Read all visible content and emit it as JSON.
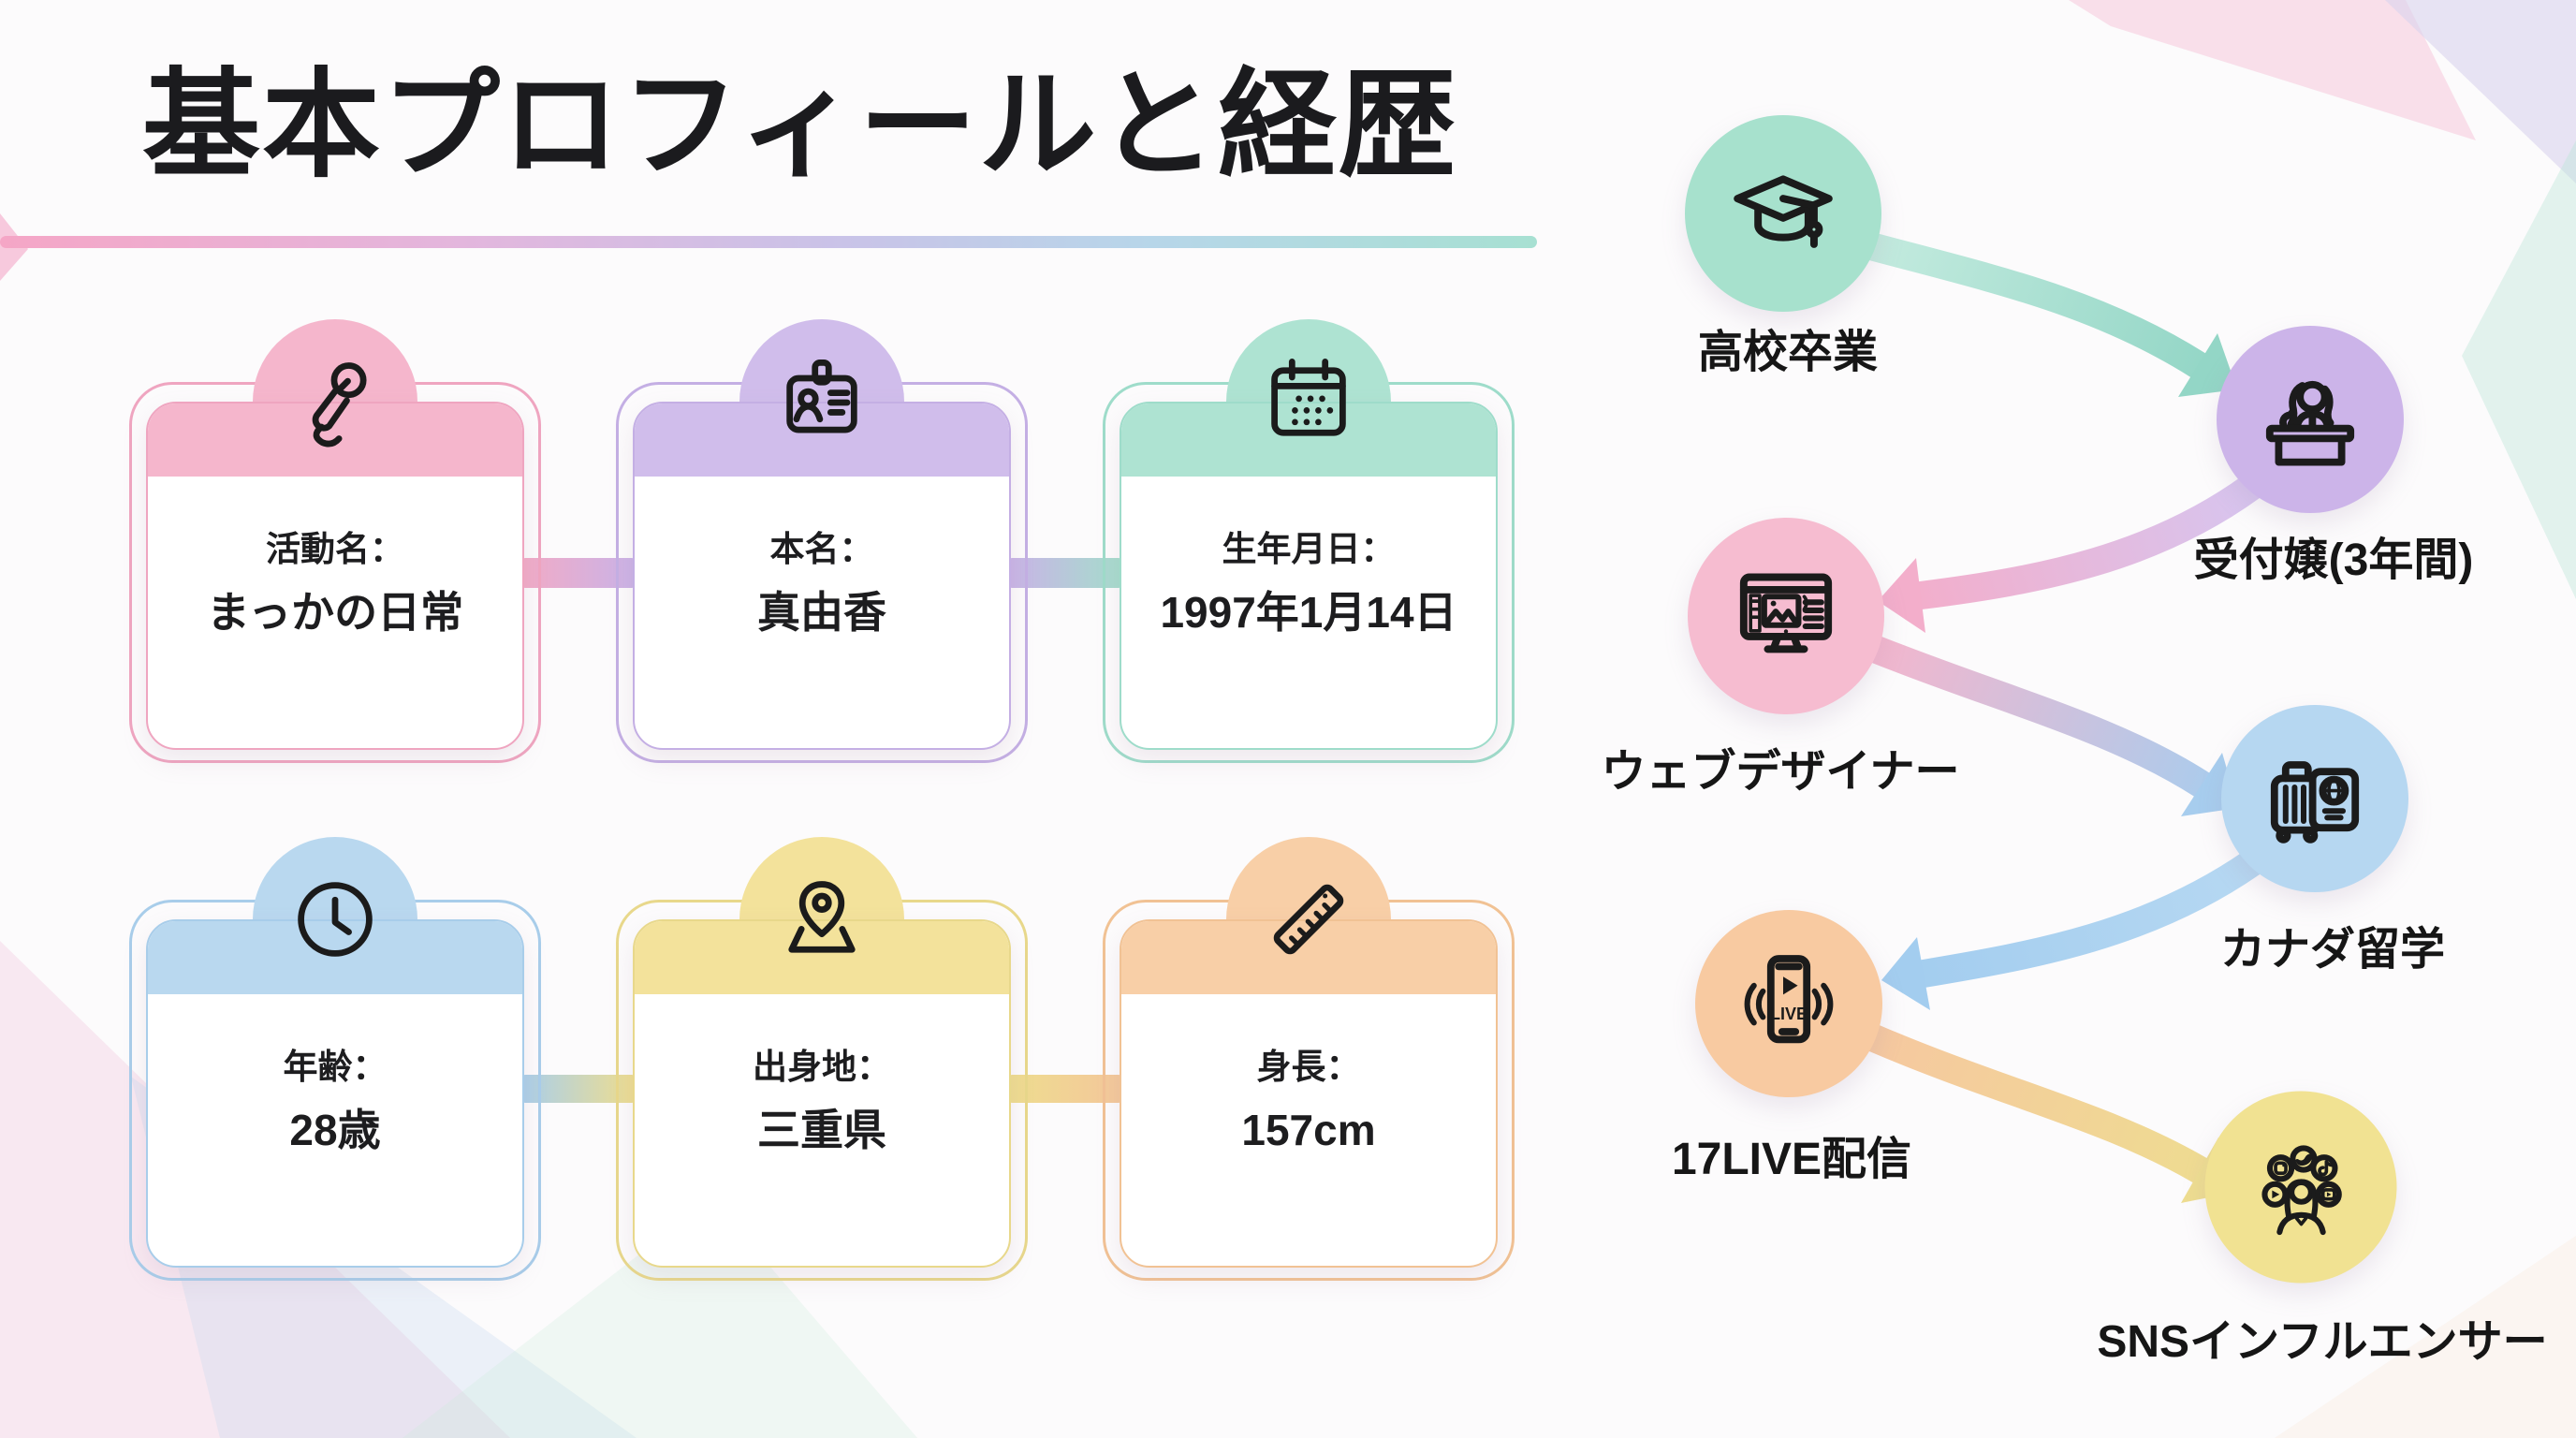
{
  "page": {
    "title": "基本プロフィールと経歴"
  },
  "profile_cards": [
    {
      "label": "活動名：",
      "value": "まっかの日常",
      "icon": "microphone-icon",
      "color": "#f5b6cc"
    },
    {
      "label": "本名：",
      "value": "真由香",
      "icon": "id-badge-icon",
      "color": "#d0bdeb"
    },
    {
      "label": "生年月日：",
      "value": "1997年1月14日",
      "icon": "calendar-icon",
      "color": "#aee3d2"
    },
    {
      "label": "年齢：",
      "value": "28歳",
      "icon": "clock-icon",
      "color": "#b9d8ef"
    },
    {
      "label": "出身地：",
      "value": "三重県",
      "icon": "map-pin-icon",
      "color": "#f3e29b"
    },
    {
      "label": "身長：",
      "value": "157cm",
      "icon": "ruler-icon",
      "color": "#f8cfa7"
    }
  ],
  "timeline": [
    {
      "label": "高校卒業",
      "icon": "graduation-cap-icon",
      "color": "#a7e1cd"
    },
    {
      "label": "受付嬢(3年間)",
      "icon": "receptionist-icon",
      "color": "#ccb4e9"
    },
    {
      "label": "ウェブデザイナー",
      "icon": "web-design-monitor-icon",
      "color": "#f6bcd0"
    },
    {
      "label": "カナダ留学",
      "icon": "suitcase-passport-icon",
      "color": "#b6d7f1"
    },
    {
      "label": "17LIVE配信",
      "icon": "live-phone-icon",
      "icon_text": "LIVE",
      "color": "#f8caa1"
    },
    {
      "label": "SNSインフルエンサー",
      "icon": "sns-influencer-icon",
      "color": "#f1e292"
    }
  ],
  "colors": {
    "title_underline": [
      "#f5a6c6",
      "#e3b6dd",
      "#c9c3e8",
      "#b7d6e9",
      "#a7e0d2"
    ],
    "connector_row1": [
      "#f2abc6",
      "#cab3e7",
      "#a5ddcc"
    ],
    "connector_row2": [
      "#aacfeb",
      "#eedd8f",
      "#f4c79b"
    ],
    "arrow_teal": [
      "#c4ebdf",
      "#93d6c6"
    ],
    "arrow_purple_pink": [
      "#d7c5ef",
      "#f3aecb"
    ],
    "arrow_pink_blue": [
      "#f4b6cd",
      "#a7cdee"
    ],
    "arrow_blue": [
      "#b6d8f2",
      "#a3cdef"
    ],
    "arrow_orange_yellow": [
      "#f6c8a0",
      "#eedd90"
    ],
    "text": "#1d1d1f"
  }
}
